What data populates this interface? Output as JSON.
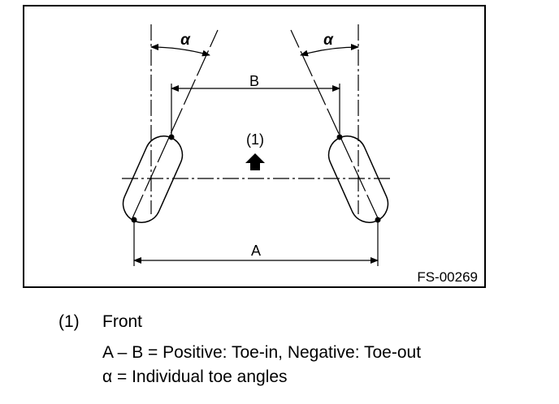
{
  "diagram": {
    "label_alpha_left": "α",
    "label_alpha_right": "α",
    "label_b": "B",
    "label_a": "A",
    "front_marker": "(1)",
    "figure_code": "FS-00269"
  },
  "legend": {
    "item_number": "(1)",
    "item_label": "Front",
    "formula": "A – B = Positive: Toe-in, Negative: Toe-out",
    "alpha_note": "α = Individual toe angles"
  }
}
